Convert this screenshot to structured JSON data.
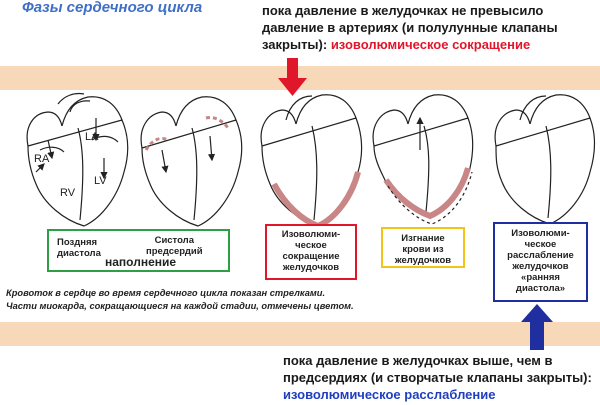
{
  "title": "Фазы сердечного цикла",
  "top_note": {
    "text": "пока давление в желудочках не превысило давление в артериях (и полулунные клапаны закрыты): ",
    "highlight": "изоволюмическое сокращение"
  },
  "bottom_note": {
    "text": "пока давление в желудочках выше, чем в предсердиях (и створчатые клапаны закрыты): ",
    "highlight": "изоволюмическое расслабление"
  },
  "chamber_labels": {
    "ra": "RA",
    "la": "LA",
    "rv": "RV",
    "lv": "LV"
  },
  "boxes": {
    "late_diastole": "Поздняя\nдиастола",
    "atrial_systole": "Систола\nпредсердий",
    "filling": "наполнение",
    "isovolumic_contraction": "Изоволюми-\nческое\nсокращение\nжелудочков",
    "ejection": "Изгнание\nкрови из\nжелудочков",
    "isovolumic_relaxation": "Изоволюми-\nческое\nрасслабление\nжелудочков\n«ранняя\nдиастола»"
  },
  "caption": [
    "Кровоток в сердце во время сердечного цикла показан стрелками.",
    "Части миокарда, сокращающиеся на каждой стадии, отмечены цветом."
  ],
  "colors": {
    "band": "#f7d9b9",
    "title": "#3f6fc6",
    "red_arrow": "#e0162b",
    "navy_arrow": "#1f2f9f",
    "myocardium_highlight": "#c98686",
    "green_box": "#2ea043",
    "red_box": "#e0162b",
    "yellow_box": "#f2c318",
    "navy_box": "#1f2f9f"
  }
}
